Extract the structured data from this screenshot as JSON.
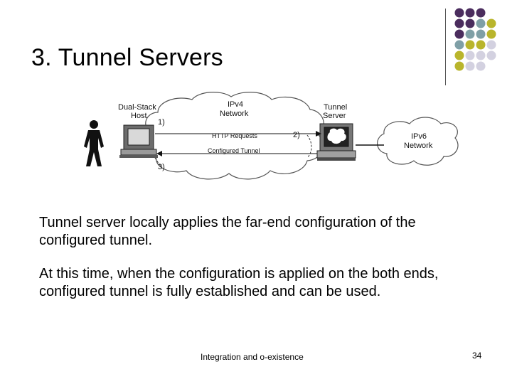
{
  "slide": {
    "title": "3. Tunnel Servers",
    "paragraphs": [
      "Tunnel server locally applies the far-end configuration of the configured tunnel.",
      "At this time, when the configuration is applied on the both ends, configured tunnel is fully established and can be used."
    ],
    "footer": "Integration and o-existence",
    "page_number": "34"
  },
  "diagram": {
    "host_label_1": "Dual-Stack",
    "host_label_2": "Host",
    "ipv4_label_1": "IPv4",
    "ipv4_label_2": "Network",
    "server_label_1": "Tunnel",
    "server_label_2": "Server",
    "ipv6_label_1": "IPv6",
    "ipv6_label_2": "Network",
    "step1": "1)",
    "step2": "2)",
    "step3": "3)",
    "arrow_http": "HTTP Requests",
    "arrow_tunnel": "Configured Tunnel"
  },
  "colors": {
    "purple": "#4B2D5E",
    "teal": "#7F9FA6",
    "olive": "#B9B52C",
    "lavender": "#D3D1E0"
  }
}
